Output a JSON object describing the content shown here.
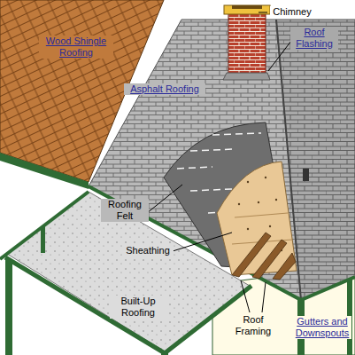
{
  "diagram": {
    "labels": [
      "Wood Shingle Roofing",
      "Chimney",
      "Roof Flashing",
      "Asphalt Roofing",
      "Roofing Felt",
      "Sheathing",
      "Built-Up Roofing",
      "Roof Framing",
      "Gutters and Downspouts"
    ]
  }
}
